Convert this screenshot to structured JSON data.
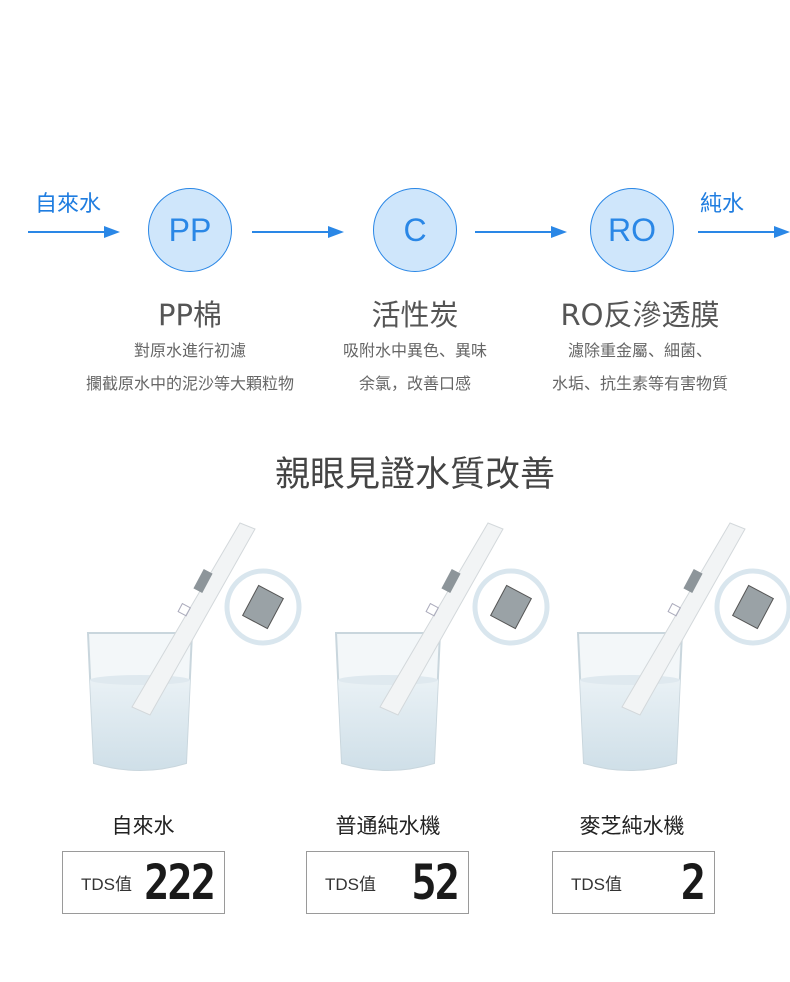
{
  "flow": {
    "input": "自來水",
    "output": "純水",
    "stages": [
      {
        "badge": "PP",
        "title": "PP棉",
        "desc": [
          "對原水進行初濾",
          "攔截原水中的泥沙等大顆粒物"
        ]
      },
      {
        "badge": "C",
        "title": "活性炭",
        "desc": [
          "吸附水中異色、異味",
          "余氯，改善口感"
        ]
      },
      {
        "badge": "RO",
        "title": "RO反滲透膜",
        "desc": [
          "濾除重金屬、細菌、",
          "水垢、抗生素等有害物質"
        ]
      }
    ],
    "accent": "#2a87e6"
  },
  "comparison": {
    "heading": "親眼見證水質改善",
    "items": [
      {
        "label": "自來水",
        "tds_label": "TDS值",
        "tds_value": "222"
      },
      {
        "label": "普通純水機",
        "tds_label": "TDS值",
        "tds_value": "52"
      },
      {
        "label": "麥芝純水機",
        "tds_label": "TDS值",
        "tds_value": "2"
      }
    ]
  }
}
